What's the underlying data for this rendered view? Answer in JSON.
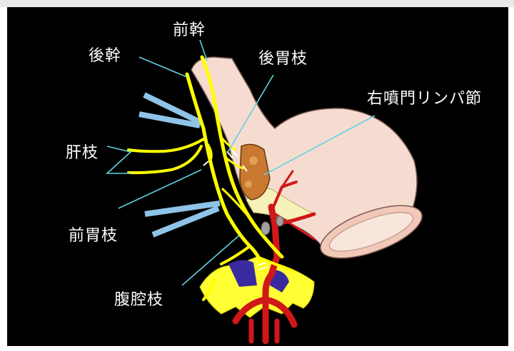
{
  "labels": {
    "anterior_trunk": "前幹",
    "posterior_trunk": "後幹",
    "posterior_gastric_branch": "後胃枝",
    "right_pyloric_lymph_node": "右噴門リンパ節",
    "hepatic_branch": "肝枝",
    "anterior_gastric_branch": "前胃枝",
    "celiac_branch": "腹腔枝"
  },
  "colors": {
    "background": "#000000",
    "nerve": "#ffff00",
    "leader_line": "#5fd3e0",
    "cut_branch": "#8fc3e8",
    "stomach": "#f6dcd0",
    "artery": "#d01818",
    "lymph_node": "#c87830"
  }
}
